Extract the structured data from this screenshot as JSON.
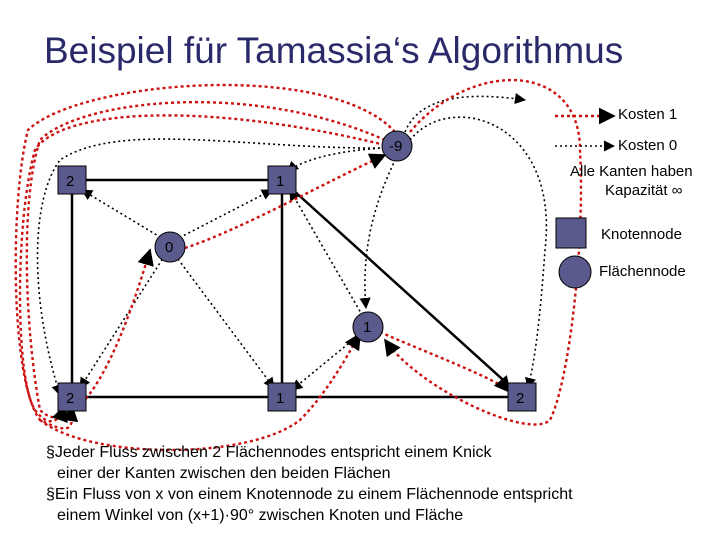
{
  "title": "Beispiel für Tamassia‘s Algorithmus",
  "graph": {
    "vertex_labels": [
      "2",
      "1",
      "2",
      "1",
      "2"
    ],
    "face_labels": [
      "-9",
      "0",
      "1"
    ]
  },
  "legend": {
    "cost1": "Kosten 1",
    "cost0": "Kosten 0",
    "capacity_line1": "Alle Kanten haben",
    "capacity_line2": "Kapazität ∞",
    "vertex_node": "Knotennode",
    "face_node": "Flächennode"
  },
  "colors": {
    "title": "#2a2a6a",
    "cost1_arrow": "#cc1111",
    "node_fill": "#5a5a8c",
    "edge": "#000000"
  },
  "bullets": [
    {
      "line1": "§Jeder Fluss zwischen 2 Flächennodes entspricht einem Knick",
      "line2": "einer der Kanten zwischen den beiden Flächen"
    },
    {
      "line1": "§Ein Fluss von x von einem Knotennode zu einem Flächennode entspricht",
      "line2": "einem Winkel von (x+1)·90° zwischen Knoten und Fläche"
    }
  ]
}
